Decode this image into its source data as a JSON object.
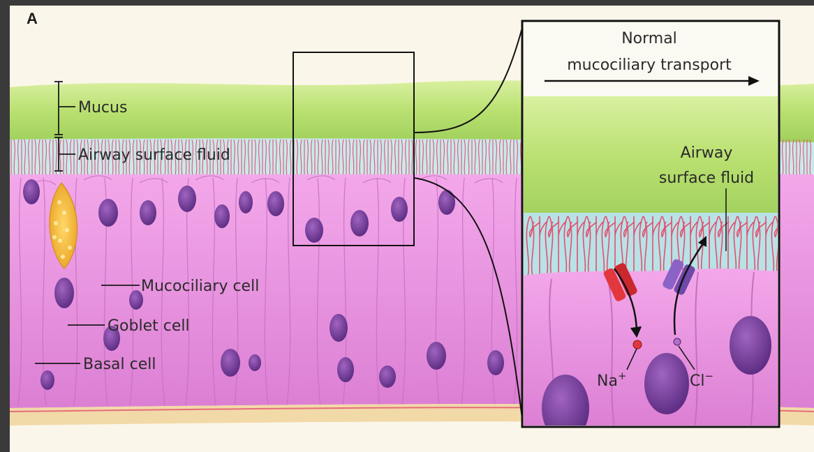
{
  "panel_label": "A",
  "labels": {
    "mucus": "Mucus",
    "airway_surface_fluid": "Airway surface fluid",
    "mucociliary_cell": "Mucociliary cell",
    "goblet_cell": "Goblet cell",
    "basal_cell": "Basal cell"
  },
  "inset": {
    "title_line1": "Normal",
    "title_line2": "mucociliary transport",
    "asf_line1": "Airway",
    "asf_line2": "surface fluid",
    "sodium": "Na",
    "sodium_sup": "+",
    "chloride": "Cl",
    "chloride_sup": "−"
  },
  "colors": {
    "mucus": "#c6e67a",
    "asf": "#b8e2e6",
    "cilia": "#e0607e",
    "cell": "#e98fe0",
    "nucleus": "#7a3f9a",
    "goblet": "#f0b63a",
    "sodium_channel": "#e2383d",
    "chloride_channel": "#8b62c6"
  }
}
